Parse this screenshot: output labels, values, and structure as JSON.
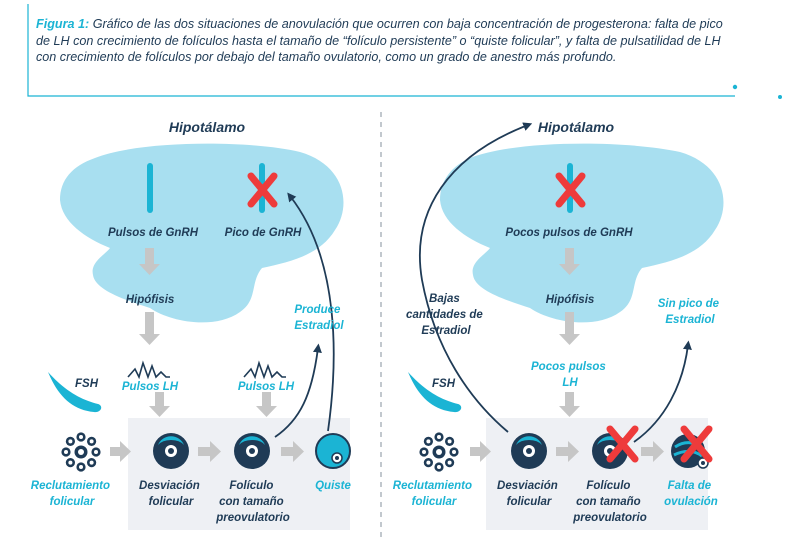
{
  "caption": {
    "figure_label": "Figura 1:",
    "text": "Gráfico de las dos situaciones de anovulación que ocurren con baja concentración de progesterona: falta de pico de LH con crecimiento de folículos hasta el tamaño de “folículo persistente” o “quiste folicular”, y falta de pulsatilidad de LH con crecimiento de folículos por debajo del tamaño ovulatorio, como un grado de anestro más profundo."
  },
  "left": {
    "hypothalamus": "Hipotálamo",
    "gnrh_pulses": "Pulsos de  GnRH",
    "gnrh_peak": "Pico de GnRH",
    "pituitary": "Hipófisis",
    "lh_pulses_a": "Pulsos LH",
    "lh_pulses_b": "Pulsos LH",
    "fsh": "FSH",
    "produces_estradiol": [
      "Produce",
      "Estradiol"
    ],
    "recruitment": [
      "Reclutamiento",
      "folicular"
    ],
    "deviation": [
      "Desviación",
      "folicular"
    ],
    "preovulatory": [
      "Folículo",
      "con tamaño",
      "preovulatorio"
    ],
    "cyst": "Quiste"
  },
  "right": {
    "hypothalamus": "Hipotálamo",
    "few_gnrh_pulses": "Pocos pulsos de  GnRH",
    "pituitary": "Hipófisis",
    "low_estradiol": [
      "Bajas",
      "cantidades de",
      "Estradiol"
    ],
    "few_lh_pulses": [
      "Pocos pulsos",
      "LH"
    ],
    "no_estradiol_peak": [
      "Sin pico de",
      "Estradiol"
    ],
    "fsh": "FSH",
    "recruitment": [
      "Reclutamiento",
      "folicular"
    ],
    "deviation": [
      "Desviación",
      "folicular"
    ],
    "preovulatory": [
      "Folículo",
      "con tamaño",
      "preovulatorio"
    ],
    "no_ovulation": [
      "Falta de",
      "ovulación"
    ]
  },
  "colors": {
    "navy": "#1f3b56",
    "cyan": "#1bb4d4",
    "light_blue": "#a8dff0",
    "cross_red": "#ee3b3b",
    "gray_arrow": "#c6c6c6",
    "box_gray": "#eef0f4"
  }
}
